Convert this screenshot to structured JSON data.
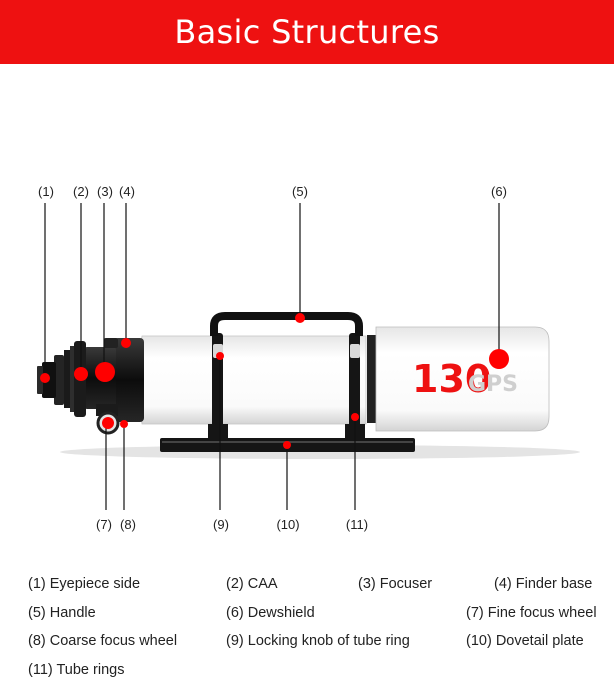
{
  "header": {
    "title": "Basic Structures"
  },
  "product": {
    "model_number": "130",
    "model_suffix": "GPS"
  },
  "callouts": [
    "(1)",
    "(2)",
    "(3)",
    "(4)",
    "(5)",
    "(6)",
    "(7)",
    "(8)",
    "(9)",
    "(10)",
    "(11)"
  ],
  "legend": [
    "(1) Eyepiece side",
    "(2) CAA",
    "(3) Focuser",
    "(4) Finder base",
    "(5) Handle",
    "(6) Dewshield",
    "(7) Fine focus wheel",
    "(8) Coarse focus wheel",
    "(9) Locking knob of tube ring",
    "(10) Dovetail plate",
    "(11) Tube rings"
  ],
  "colors": {
    "accent": "#ee1111",
    "marker": "#ff0000",
    "tube": "#ffffff",
    "hardware": "#111111"
  }
}
